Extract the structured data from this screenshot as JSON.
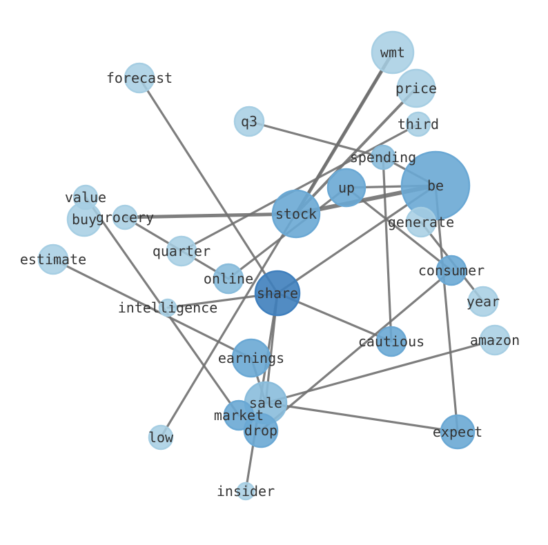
{
  "nodes": [
    {
      "id": "wmt",
      "label": "wmt",
      "level": 0
    },
    {
      "id": "forecast",
      "label": "forecast",
      "level": 0
    },
    {
      "id": "price",
      "label": "price",
      "level": 0
    },
    {
      "id": "third",
      "label": "third",
      "level": 0
    },
    {
      "id": "q3",
      "label": "q3",
      "level": 0
    },
    {
      "id": "spending",
      "label": "spending",
      "level": 1
    },
    {
      "id": "be",
      "label": "be",
      "level": 2
    },
    {
      "id": "up",
      "label": "up",
      "level": 2
    },
    {
      "id": "value",
      "label": "value",
      "level": 0
    },
    {
      "id": "buy",
      "label": "buy",
      "level": 0
    },
    {
      "id": "grocery",
      "label": "grocery",
      "level": 0
    },
    {
      "id": "stock",
      "label": "stock",
      "level": 2
    },
    {
      "id": "generate",
      "label": "generate",
      "level": 0
    },
    {
      "id": "quarter",
      "label": "quarter",
      "level": 0
    },
    {
      "id": "estimate",
      "label": "estimate",
      "level": 0
    },
    {
      "id": "online",
      "label": "online",
      "level": 1
    },
    {
      "id": "consumer",
      "label": "consumer",
      "level": 2
    },
    {
      "id": "share",
      "label": "share",
      "level": 3
    },
    {
      "id": "intelligence",
      "label": "intelligence",
      "level": 0
    },
    {
      "id": "year",
      "label": "year",
      "level": 0
    },
    {
      "id": "cautious",
      "label": "cautious",
      "level": 2
    },
    {
      "id": "amazon",
      "label": "amazon",
      "level": 0
    },
    {
      "id": "earnings",
      "label": "earnings",
      "level": 2
    },
    {
      "id": "sale",
      "label": "sale",
      "level": 1
    },
    {
      "id": "market",
      "label": "market",
      "level": 2
    },
    {
      "id": "drop",
      "label": "drop",
      "level": 2
    },
    {
      "id": "expect",
      "label": "expect",
      "level": 2
    },
    {
      "id": "low",
      "label": "low",
      "level": 0
    },
    {
      "id": "insider",
      "label": "insider",
      "level": 0
    }
  ],
  "edges": [
    [
      "stock",
      "be"
    ],
    [
      "stock",
      "grocery"
    ],
    [
      "stock",
      "wmt"
    ],
    [
      "stock",
      "price"
    ],
    [
      "up",
      "be"
    ],
    [
      "up",
      "consumer"
    ],
    [
      "up",
      "online"
    ],
    [
      "spending",
      "q3"
    ],
    [
      "spending",
      "cautious"
    ],
    [
      "spending",
      "be"
    ],
    [
      "be",
      "share"
    ],
    [
      "be",
      "expect"
    ],
    [
      "third",
      "quarter"
    ],
    [
      "generate",
      "year"
    ],
    [
      "forecast",
      "share"
    ],
    [
      "grocery",
      "online"
    ],
    [
      "value",
      "market"
    ],
    [
      "estimate",
      "earnings"
    ],
    [
      "intelligence",
      "share"
    ],
    [
      "share",
      "cautious"
    ],
    [
      "share",
      "sale"
    ],
    [
      "share",
      "insider"
    ],
    [
      "consumer",
      "drop"
    ],
    [
      "amazon",
      "sale"
    ],
    [
      "sale",
      "expect"
    ],
    [
      "wmt",
      "low"
    ],
    [
      "earnings",
      "sale"
    ]
  ],
  "colors": {
    "level0": "#a6cee3",
    "level1": "#89bcdb",
    "level2": "#6aa8d4",
    "level3": "#3f7fbd",
    "edge": "#707070",
    "label": "#333333"
  }
}
